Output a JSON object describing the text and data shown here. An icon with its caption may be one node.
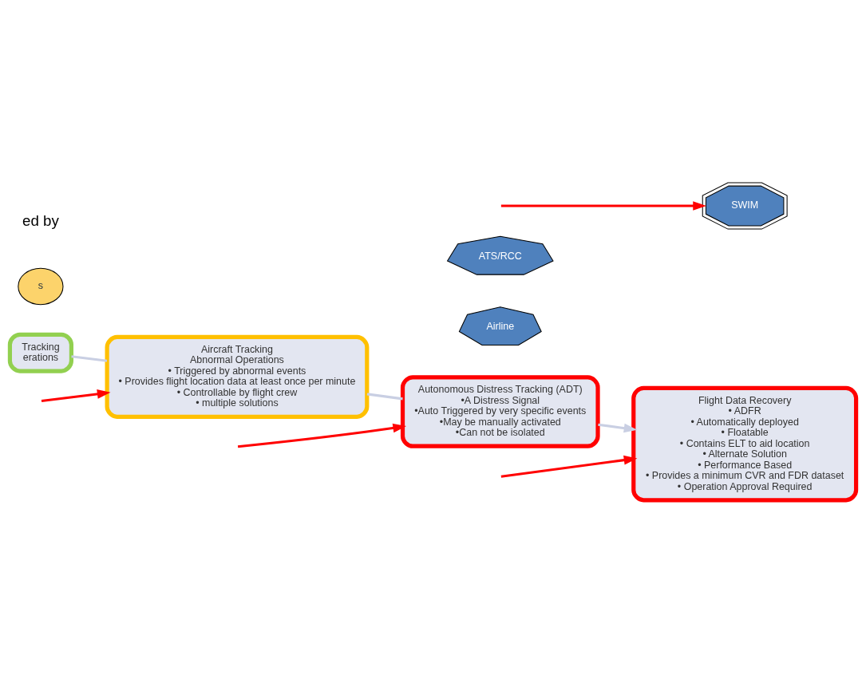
{
  "diagram": {
    "nodes": [
      {
        "text": [
          "Tracking",
          "erations"
        ]
      },
      {
        "text": [
          "Aircraft Tracking",
          "Abnormal Operations",
          "• Triggered by abnormal events",
          "• Provides flight location data at least once per minute",
          "• Controllable by flight crew",
          "• multiple solutions"
        ]
      },
      {
        "text": [
          "Autonomous Distress Tracking (ADT)",
          "•A Distress Signal",
          "•Auto Triggered by very specific events",
          "•May be manually activated",
          "•Can not be isolated"
        ]
      },
      {
        "text": [
          "Flight Data Recovery",
          "• ADFR",
          "• Automatically deployed",
          "• Floatable",
          "• Contains ELT to aid location",
          "• Alternate Solution",
          "• Performance Based",
          "• Provides a minimum CVR and FDR dataset",
          "• Operation Approval Required"
        ]
      },
      {
        "text": [
          "Airline"
        ]
      },
      {
        "text": [
          "ATS/RCC"
        ]
      },
      {
        "text": [
          "SWIM"
        ]
      },
      {
        "text": [
          "s"
        ]
      }
    ],
    "edges": [
      {
        "from": 0,
        "to": 1,
        "arrow": "none",
        "color": "#c9cfe3"
      },
      {
        "from": 1,
        "to": 2,
        "arrow": "none",
        "color": "#c9cfe3"
      },
      {
        "from": 2,
        "to": 3,
        "arrow": "to",
        "color": "#c9cfe3"
      },
      {
        "from": null,
        "to": 1,
        "arrow": "to",
        "color": "#ff0000"
      },
      {
        "from": null,
        "to": 2,
        "arrow": "to",
        "color": "#ff0000"
      },
      {
        "from": null,
        "to": 3,
        "arrow": "to",
        "color": "#ff0000"
      },
      {
        "from": null,
        "to": 6,
        "arrow": "to",
        "color": "#ff0000"
      }
    ],
    "labels": [
      "ed by"
    ]
  }
}
